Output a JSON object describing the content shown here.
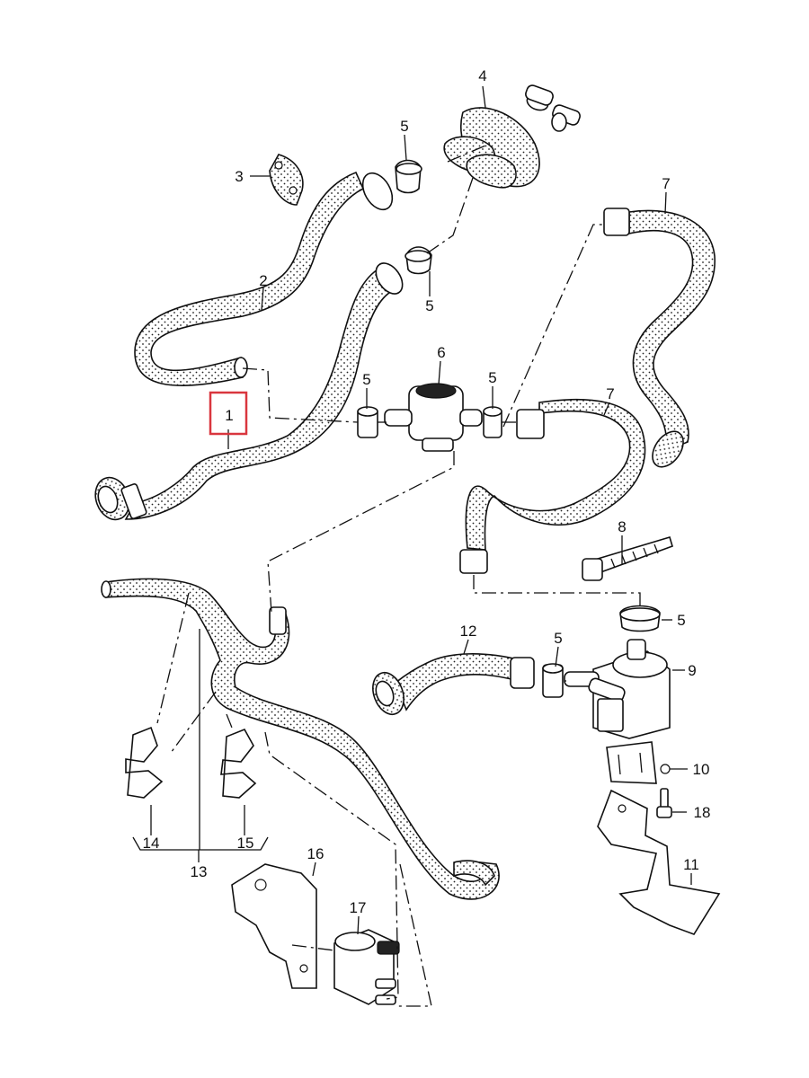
{
  "callouts": [
    {
      "id": "1",
      "text": "1",
      "highlighted": true
    },
    {
      "id": "2",
      "text": "2"
    },
    {
      "id": "3",
      "text": "3"
    },
    {
      "id": "4",
      "text": "4"
    },
    {
      "id": "5a",
      "text": "5"
    },
    {
      "id": "5b",
      "text": "5"
    },
    {
      "id": "5c",
      "text": "5"
    },
    {
      "id": "5d",
      "text": "5"
    },
    {
      "id": "5e",
      "text": "5"
    },
    {
      "id": "5f",
      "text": "5"
    },
    {
      "id": "6",
      "text": "6"
    },
    {
      "id": "7a",
      "text": "7"
    },
    {
      "id": "7b",
      "text": "7"
    },
    {
      "id": "8",
      "text": "8"
    },
    {
      "id": "9",
      "text": "9"
    },
    {
      "id": "10",
      "text": "10"
    },
    {
      "id": "11",
      "text": "11"
    },
    {
      "id": "12",
      "text": "12"
    },
    {
      "id": "13",
      "text": "13"
    },
    {
      "id": "14",
      "text": "14"
    },
    {
      "id": "15",
      "text": "15"
    },
    {
      "id": "16",
      "text": "16"
    },
    {
      "id": "17",
      "text": "17"
    },
    {
      "id": "18",
      "text": "18"
    }
  ],
  "highlight_color": "#d9363e"
}
